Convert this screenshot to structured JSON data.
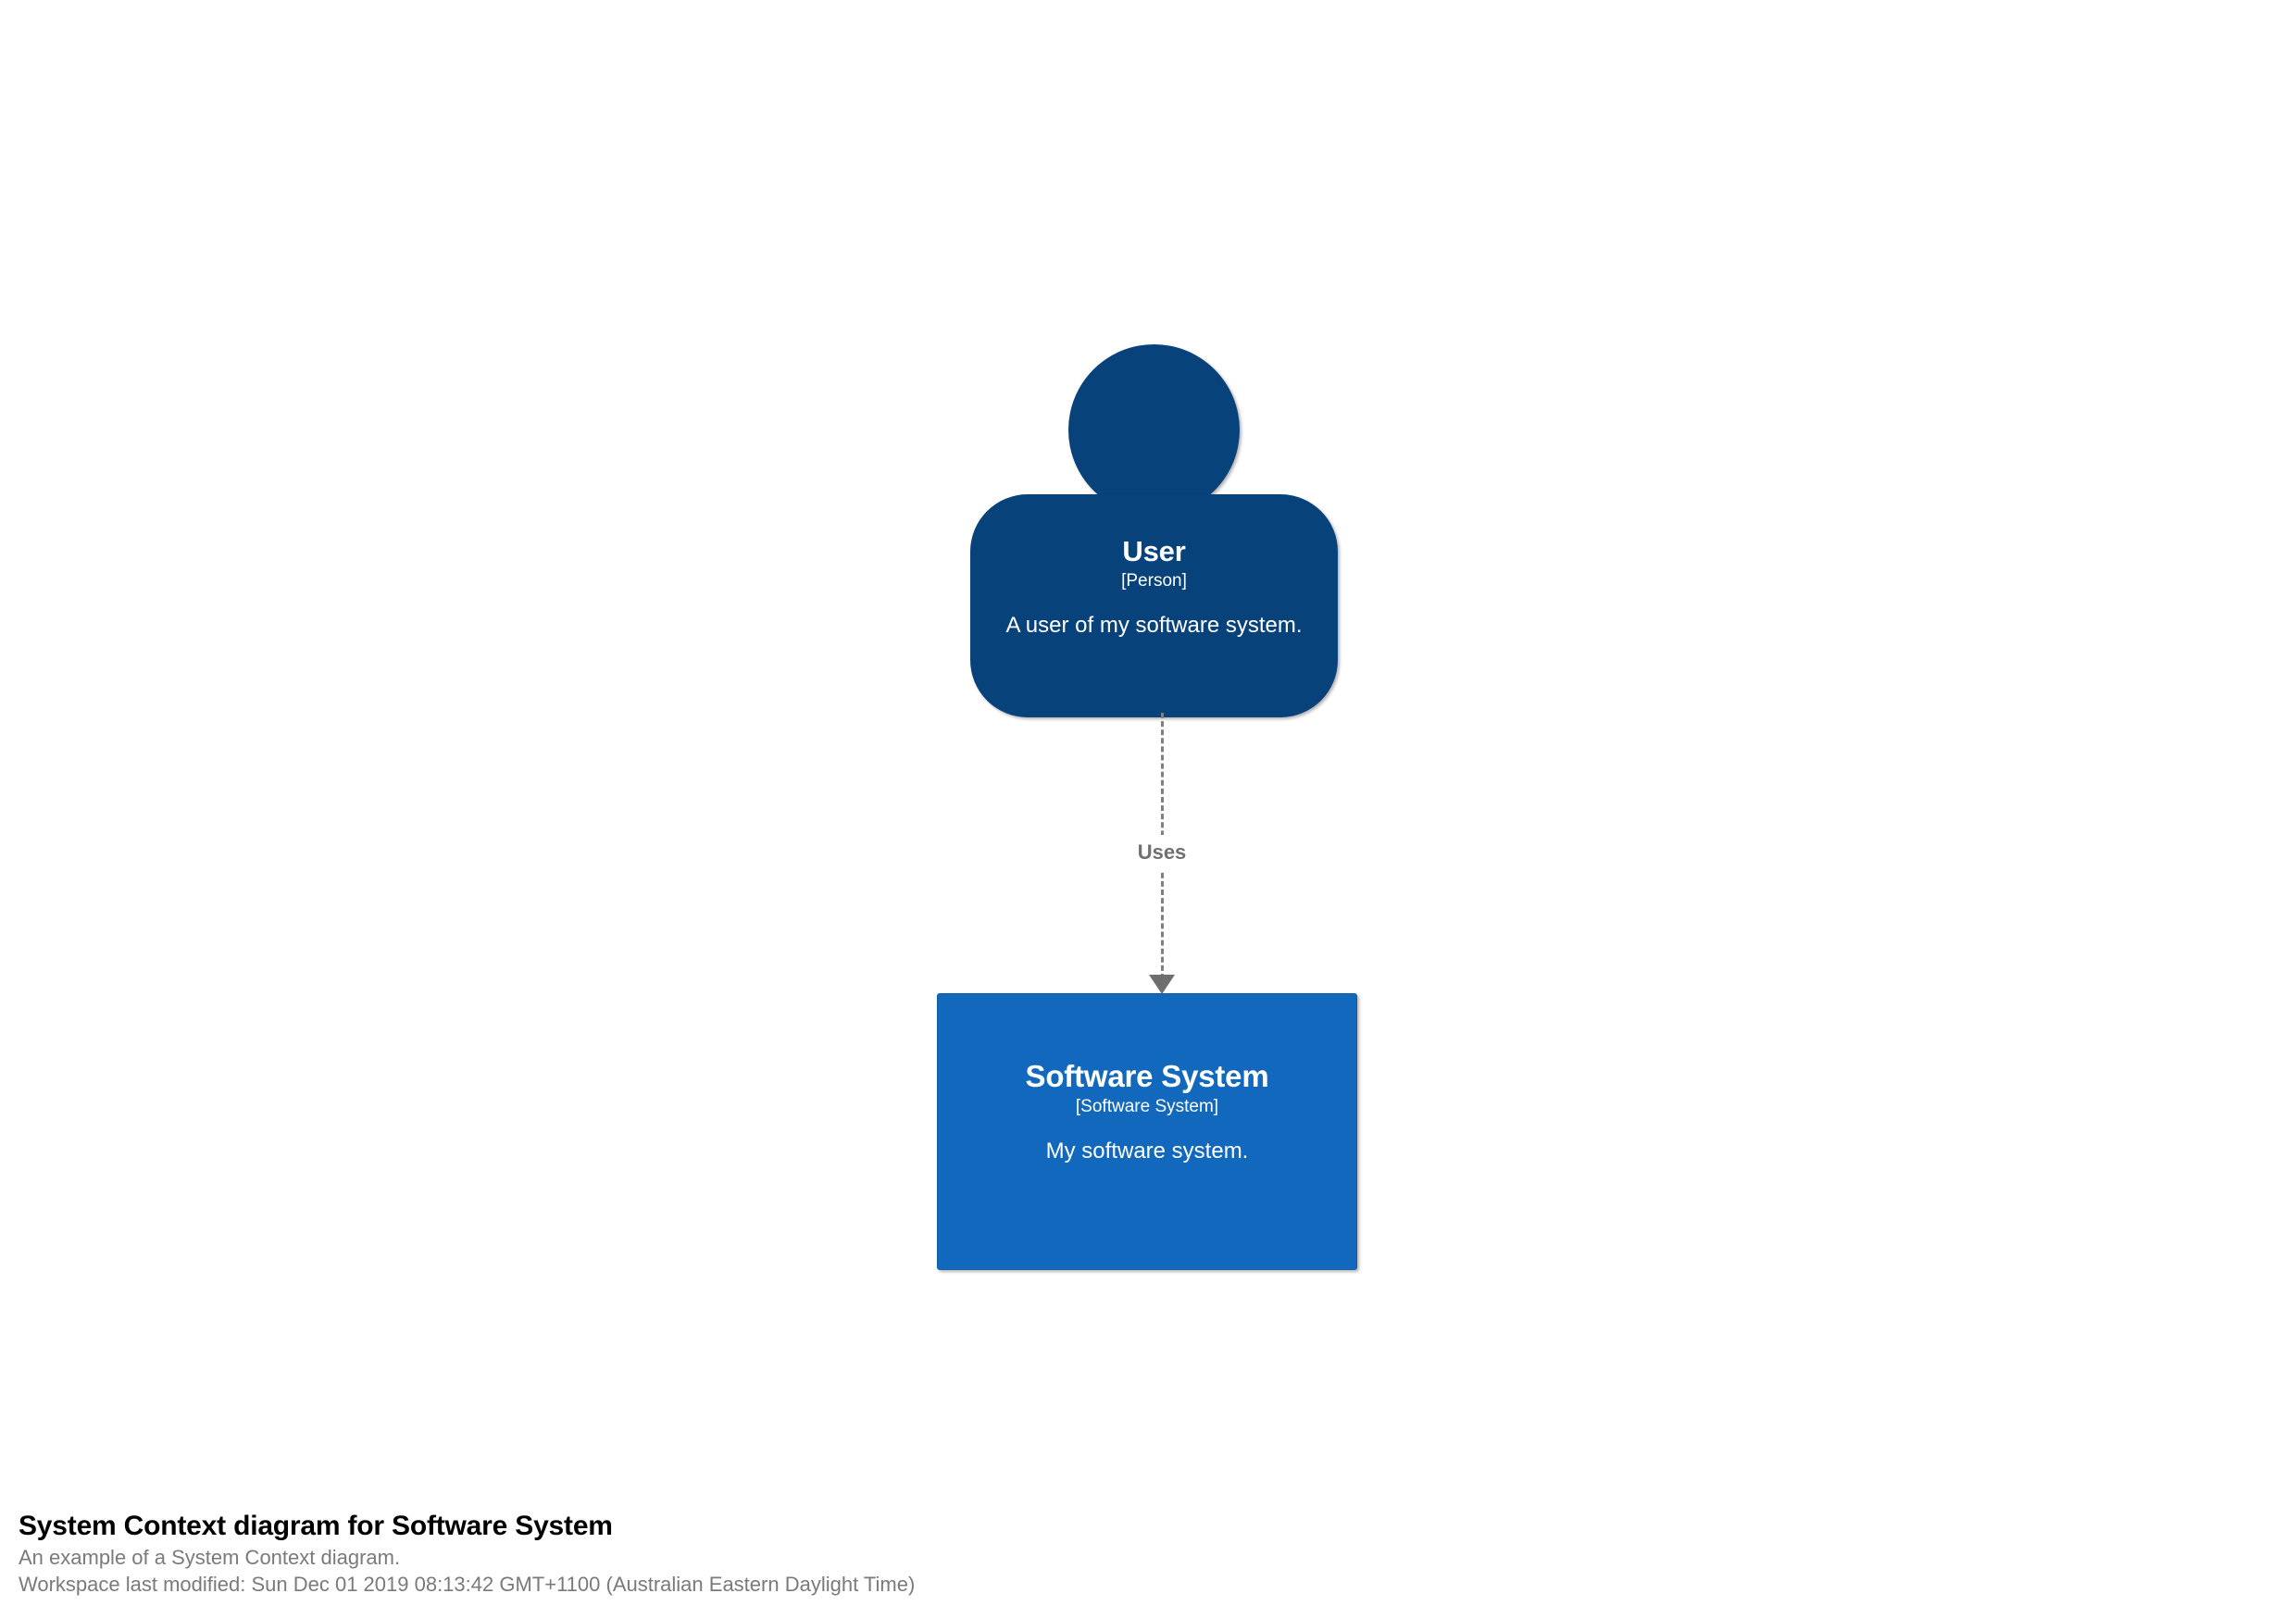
{
  "diagram": {
    "type": "c4-system-context",
    "background": "#ffffff",
    "elements": [
      {
        "id": "user",
        "shape": "person",
        "name": "User",
        "meta": "[Person]",
        "description": "A user of my software system.",
        "color": "#08427b",
        "text_color": "#ffffff"
      },
      {
        "id": "software-system",
        "shape": "box",
        "name": "Software System",
        "meta": "[Software System]",
        "description": "My software system.",
        "color": "#1168bd",
        "text_color": "#ffffff"
      }
    ],
    "relationships": [
      {
        "id": "uses",
        "source": "user",
        "destination": "software-system",
        "label": "Uses",
        "style": "dashed",
        "color": "#7f7f7f",
        "direction": "down"
      }
    ]
  },
  "caption": {
    "title": "System Context diagram for Software System",
    "description": "An example of a System Context diagram.",
    "last_modified": "Workspace last modified: Sun Dec 01 2019 08:13:42 GMT+1100 (Australian Eastern Daylight Time)"
  }
}
